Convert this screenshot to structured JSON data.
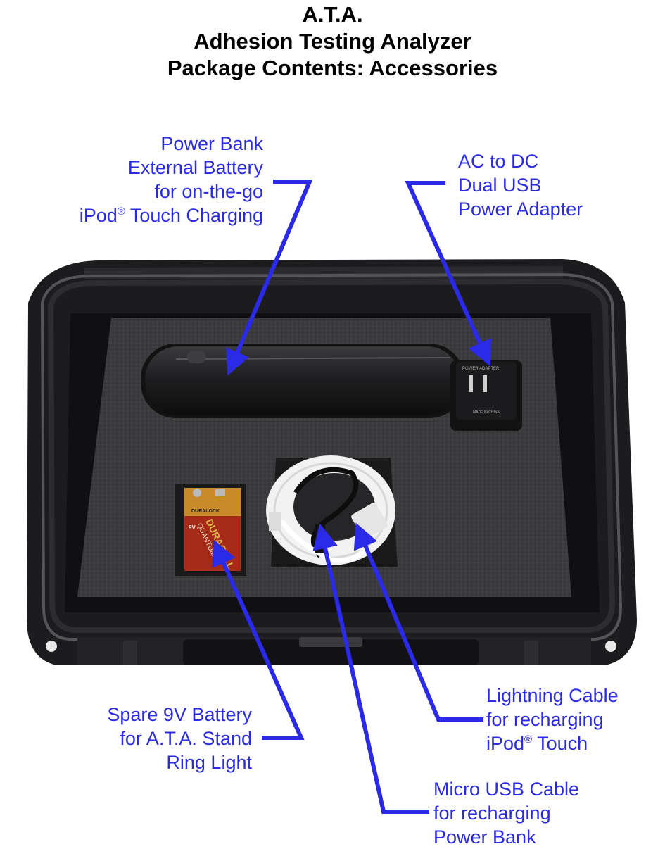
{
  "title": {
    "line1": "A.T.A.",
    "line2": "Adhesion Testing Analyzer",
    "line3": "Package Contents: Accessories"
  },
  "labels": {
    "power_bank": {
      "line1": "Power Bank",
      "line2": "External Battery",
      "line3": "for on-the-go",
      "line4_pre": "iPod",
      "line4_sup": "®",
      "line4_post": " Touch Charging"
    },
    "ac_adapter": {
      "line1": "AC to DC",
      "line2": "Dual USB",
      "line3": "Power Adapter"
    },
    "battery_9v": {
      "line1": "Spare 9V Battery",
      "line2": "for A.T.A. Stand",
      "line3": "Ring Light"
    },
    "lightning_cable": {
      "line1": "Lightning Cable",
      "line2": "for recharging",
      "line3_pre": "iPod",
      "line3_sup": "®",
      "line3_post": " Touch"
    },
    "micro_usb_cable": {
      "line1": "Micro USB Cable",
      "line2": "for recharging",
      "line3": "Power Bank"
    }
  },
  "photo_text": {
    "battery_brand": "DURACELL",
    "battery_sub": "QUANTUM",
    "battery_tag": "DURALOCK",
    "battery_voltage": "9V",
    "adapter_line1": "POWER ADAPTER",
    "adapter_made": "MADE IN CHINA"
  },
  "colors": {
    "label_blue": "#2a2ae8",
    "arrow_blue": "#2a2ae8",
    "case_black": "#1c1c1e",
    "foam_gray": "#3a3a3c"
  }
}
